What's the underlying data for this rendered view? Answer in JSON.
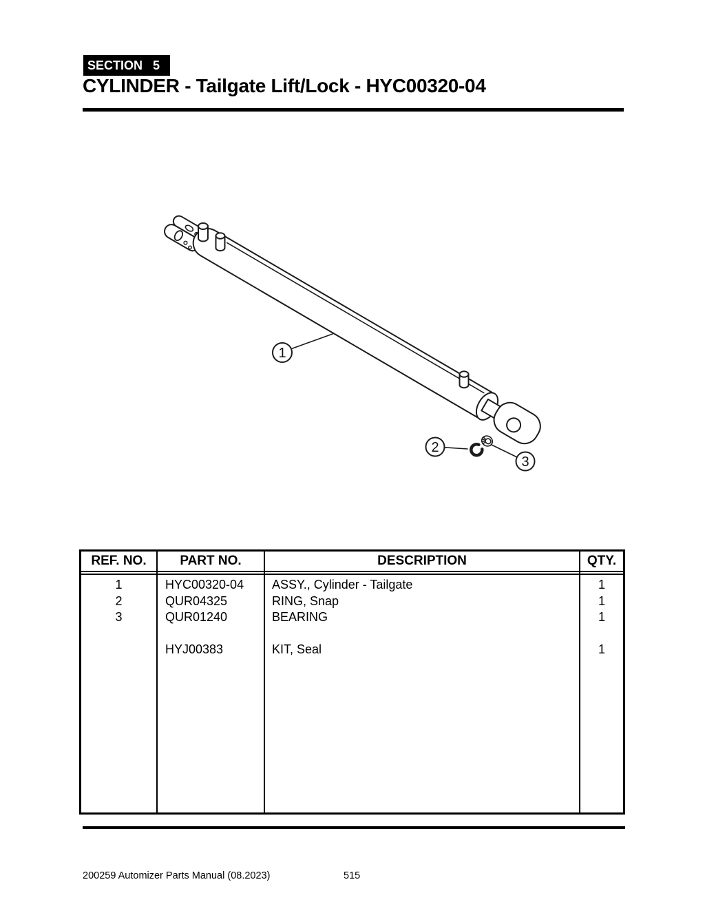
{
  "page": {
    "section_label": "SECTION",
    "section_number": "5",
    "title": "CYLINDER - Tailgate Lift/Lock - HYC00320-04",
    "footer_left": "200259 Automizer Parts Manual (08.2023)",
    "footer_page": "515"
  },
  "colors": {
    "ink": "#000000",
    "paper": "#ffffff"
  },
  "diagram": {
    "callouts": [
      {
        "num": "1"
      },
      {
        "num": "2"
      },
      {
        "num": "3"
      }
    ]
  },
  "parts_table": {
    "headers": {
      "ref": "REF. NO.",
      "part": "PART NO.",
      "desc": "DESCRIPTION",
      "qty": "QTY."
    },
    "rows": [
      {
        "ref": "1",
        "part": "HYC00320-04",
        "desc": "ASSY., Cylinder - Tailgate",
        "qty": "1"
      },
      {
        "ref": "2",
        "part": "QUR04325",
        "desc": "RING, Snap",
        "qty": "1"
      },
      {
        "ref": "3",
        "part": "QUR01240",
        "desc": "BEARING",
        "qty": "1"
      },
      {
        "ref": "",
        "part": "HYJ00383",
        "desc": "KIT, Seal",
        "qty": "1"
      }
    ]
  }
}
